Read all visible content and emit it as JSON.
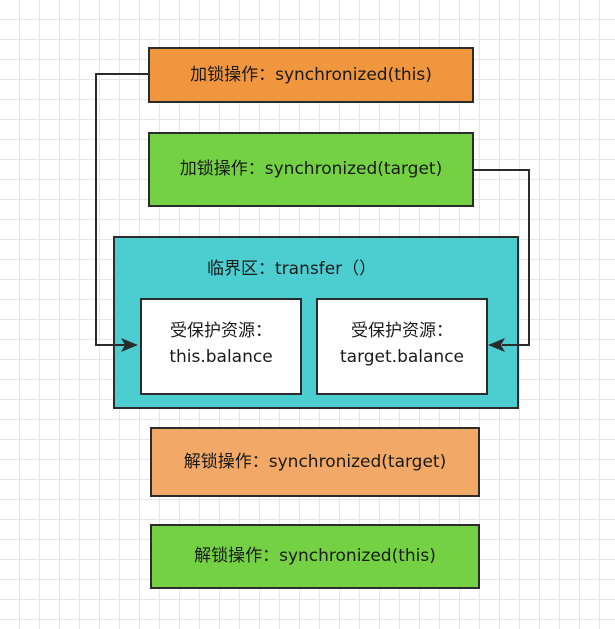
{
  "lock_this": "加锁操作：synchronized(this)",
  "lock_target": "加锁操作：synchronized(target)",
  "critical_section": {
    "title": "临界区：transfer（）",
    "resource_this": {
      "line1": "受保护资源：",
      "line2": "this.balance"
    },
    "resource_target": {
      "line1": "受保护资源：",
      "line2": "target.balance"
    }
  },
  "unlock_target": "解锁操作：synchronized(target)",
  "unlock_this": "解锁操作：synchronized(this)",
  "colors": {
    "lock_this_fill": "#f0963f",
    "lock_target_fill": "#74d144",
    "critical_fill": "#4ccdd0",
    "unlock_target_fill": "#f2a866",
    "unlock_this_fill": "#74d144"
  }
}
